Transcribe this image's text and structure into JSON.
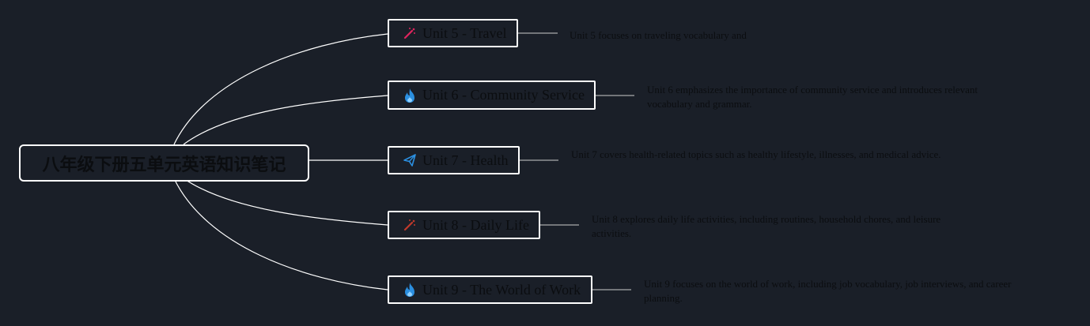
{
  "root": {
    "title": "八年级下册五单元英语知识笔记"
  },
  "units": [
    {
      "label": "Unit 5 - Travel",
      "icon": "magic-wand-icon",
      "icon_color": "#e0245e",
      "description": "Unit 5 focuses on traveling vocabulary and"
    },
    {
      "label": "Unit 6 - Community Service",
      "icon": "flame-icon",
      "icon_color": "#2b8fe0",
      "description": "Unit 6 emphasizes the importance of community service and introduces relevant vocabulary and grammar."
    },
    {
      "label": "Unit 7 - Health",
      "icon": "paper-plane-icon",
      "icon_color": "#2b8fe0",
      "description": "Unit 7 covers health-related topics such as healthy lifestyle, illnesses, and medical advice."
    },
    {
      "label": "Unit 8 - Daily Life",
      "icon": "magic-wand-icon",
      "icon_color": "#c0392b",
      "description": "Unit 8 explores daily life activities, including routines, household chores, and leisure activities."
    },
    {
      "label": "Unit 9 - The World of Work",
      "icon": "flame-icon",
      "icon_color": "#2b8fe0",
      "description": "Unit 9 focuses on the world of work, including job vocabulary, job interviews, and career planning."
    }
  ],
  "colors": {
    "background": "#1a1f28",
    "line": "#ffffff",
    "text": "#0b0d10"
  }
}
